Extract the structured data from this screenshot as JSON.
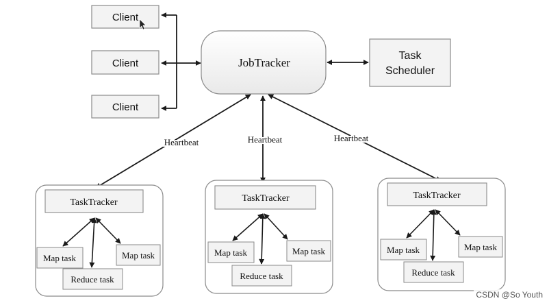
{
  "clients": [
    "Client",
    "Client",
    "Client"
  ],
  "jobtracker": "JobTracker",
  "scheduler": [
    "Task",
    "Scheduler"
  ],
  "heartbeats": [
    "Heartbeat",
    "Heartbeat",
    "Heartbeat"
  ],
  "nodes": [
    {
      "tasktracker": "TaskTracker",
      "map_left": "Map task",
      "map_right": "Map task",
      "reduce": "Reduce task"
    },
    {
      "tasktracker": "TaskTracker",
      "map_left": "Map task",
      "map_right": "Map task",
      "reduce": "Reduce task"
    },
    {
      "tasktracker": "TaskTracker",
      "map_left": "Map task",
      "map_right": "Map task",
      "reduce": "Reduce task"
    }
  ],
  "watermark": "CSDN @So Youth",
  "colors": {
    "box_fill": "#f3f3f3",
    "box_stroke": "#8a8a8a",
    "arrow": "#1a1a1a"
  }
}
